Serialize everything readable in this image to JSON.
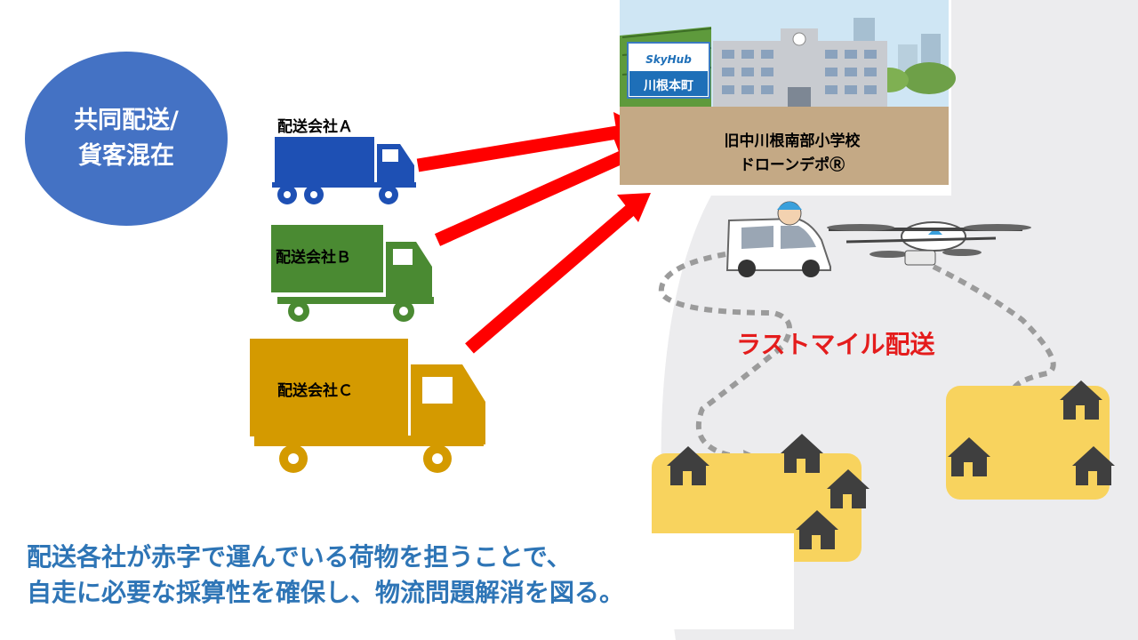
{
  "badge": {
    "line1": "共同配送/",
    "line2": "貨客混在"
  },
  "companies": [
    {
      "label": "配送会社Ａ",
      "color": "#1e50b4"
    },
    {
      "label": "配送会社Ｂ",
      "color": "#4a8a32"
    },
    {
      "label": "配送会社Ｃ",
      "color": "#d49a00"
    }
  ],
  "depot": {
    "sign_logo": "SkyHub",
    "sign_label": "川根本町",
    "line1": "旧中川根南部小学校",
    "line2": "ドローンデポⓇ"
  },
  "lastmile_label": "ラストマイル配送",
  "caption": {
    "line1": "配送各社が赤字で運んでいる荷物を担うことで、",
    "line2": "自走に必要な採算性を確保し、物流問題解消を図る。"
  },
  "colors": {
    "arrow": "#ff0000",
    "badge": "#4472c4",
    "caption": "#2e75b6",
    "lastmile": "#e41c1c",
    "house_area": "#f8d35e"
  }
}
